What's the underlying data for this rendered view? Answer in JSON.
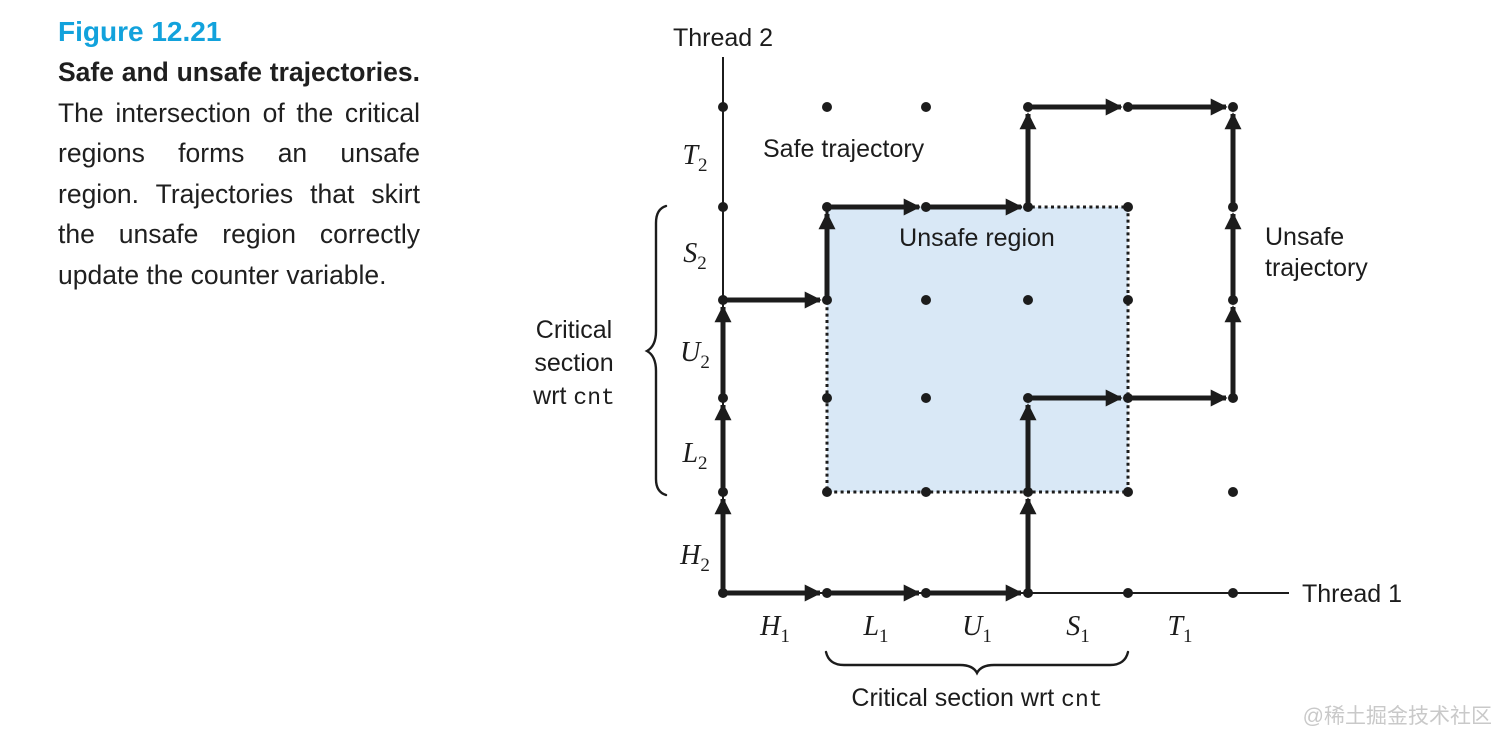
{
  "caption": {
    "figure_label": "Figure 12.21",
    "title_bold": "Safe and unsafe trajectories.",
    "body_text": "The intersection of the critical regions forms an unsafe region. Trajectories that skirt the unsafe region correctly update the counter variable."
  },
  "diagram": {
    "axes": {
      "x_title": "Thread 1",
      "y_title": "Thread 2",
      "x_ticks": [
        {
          "main": "H",
          "sub": "1"
        },
        {
          "main": "L",
          "sub": "1"
        },
        {
          "main": "U",
          "sub": "1"
        },
        {
          "main": "S",
          "sub": "1"
        },
        {
          "main": "T",
          "sub": "1"
        }
      ],
      "y_ticks": [
        {
          "main": "H",
          "sub": "2"
        },
        {
          "main": "L",
          "sub": "2"
        },
        {
          "main": "U",
          "sub": "2"
        },
        {
          "main": "S",
          "sub": "2"
        },
        {
          "main": "T",
          "sub": "2"
        }
      ]
    },
    "labels": {
      "safe_trajectory": "Safe trajectory",
      "unsafe_trajectory_line1": "Unsafe",
      "unsafe_trajectory_line2": "trajectory",
      "unsafe_region": "Unsafe region",
      "critical_left_line1": "Critical",
      "critical_left_line2": "section",
      "critical_left_line3_prefix": "wrt ",
      "critical_left_code": "cnt",
      "critical_bottom_prefix": "Critical section wrt ",
      "critical_bottom_code": "cnt"
    },
    "semantics": {
      "unsafe_region_extent": "intersection of critical sections: L1-S1 on Thread 1 axis and L2-S2 on Thread 2 axis",
      "safe_trajectory_steps": [
        "up H2",
        "up L2",
        "up U2",
        "right H1",
        "up S2",
        "right L1",
        "right U1",
        "up T2",
        "right S1",
        "right T1"
      ],
      "unsafe_trajectory_steps": [
        "right H1",
        "right L1",
        "right U1",
        "up H2",
        "up L2",
        "right S1",
        "right T1",
        "up U2",
        "up S2",
        "up T2"
      ]
    },
    "colors": {
      "unsafe_region_fill": "#d9e8f6",
      "figure_label_blue": "#12a2dc",
      "ink": "#1c1c1c"
    }
  },
  "watermark": "@稀土掘金技术社区"
}
